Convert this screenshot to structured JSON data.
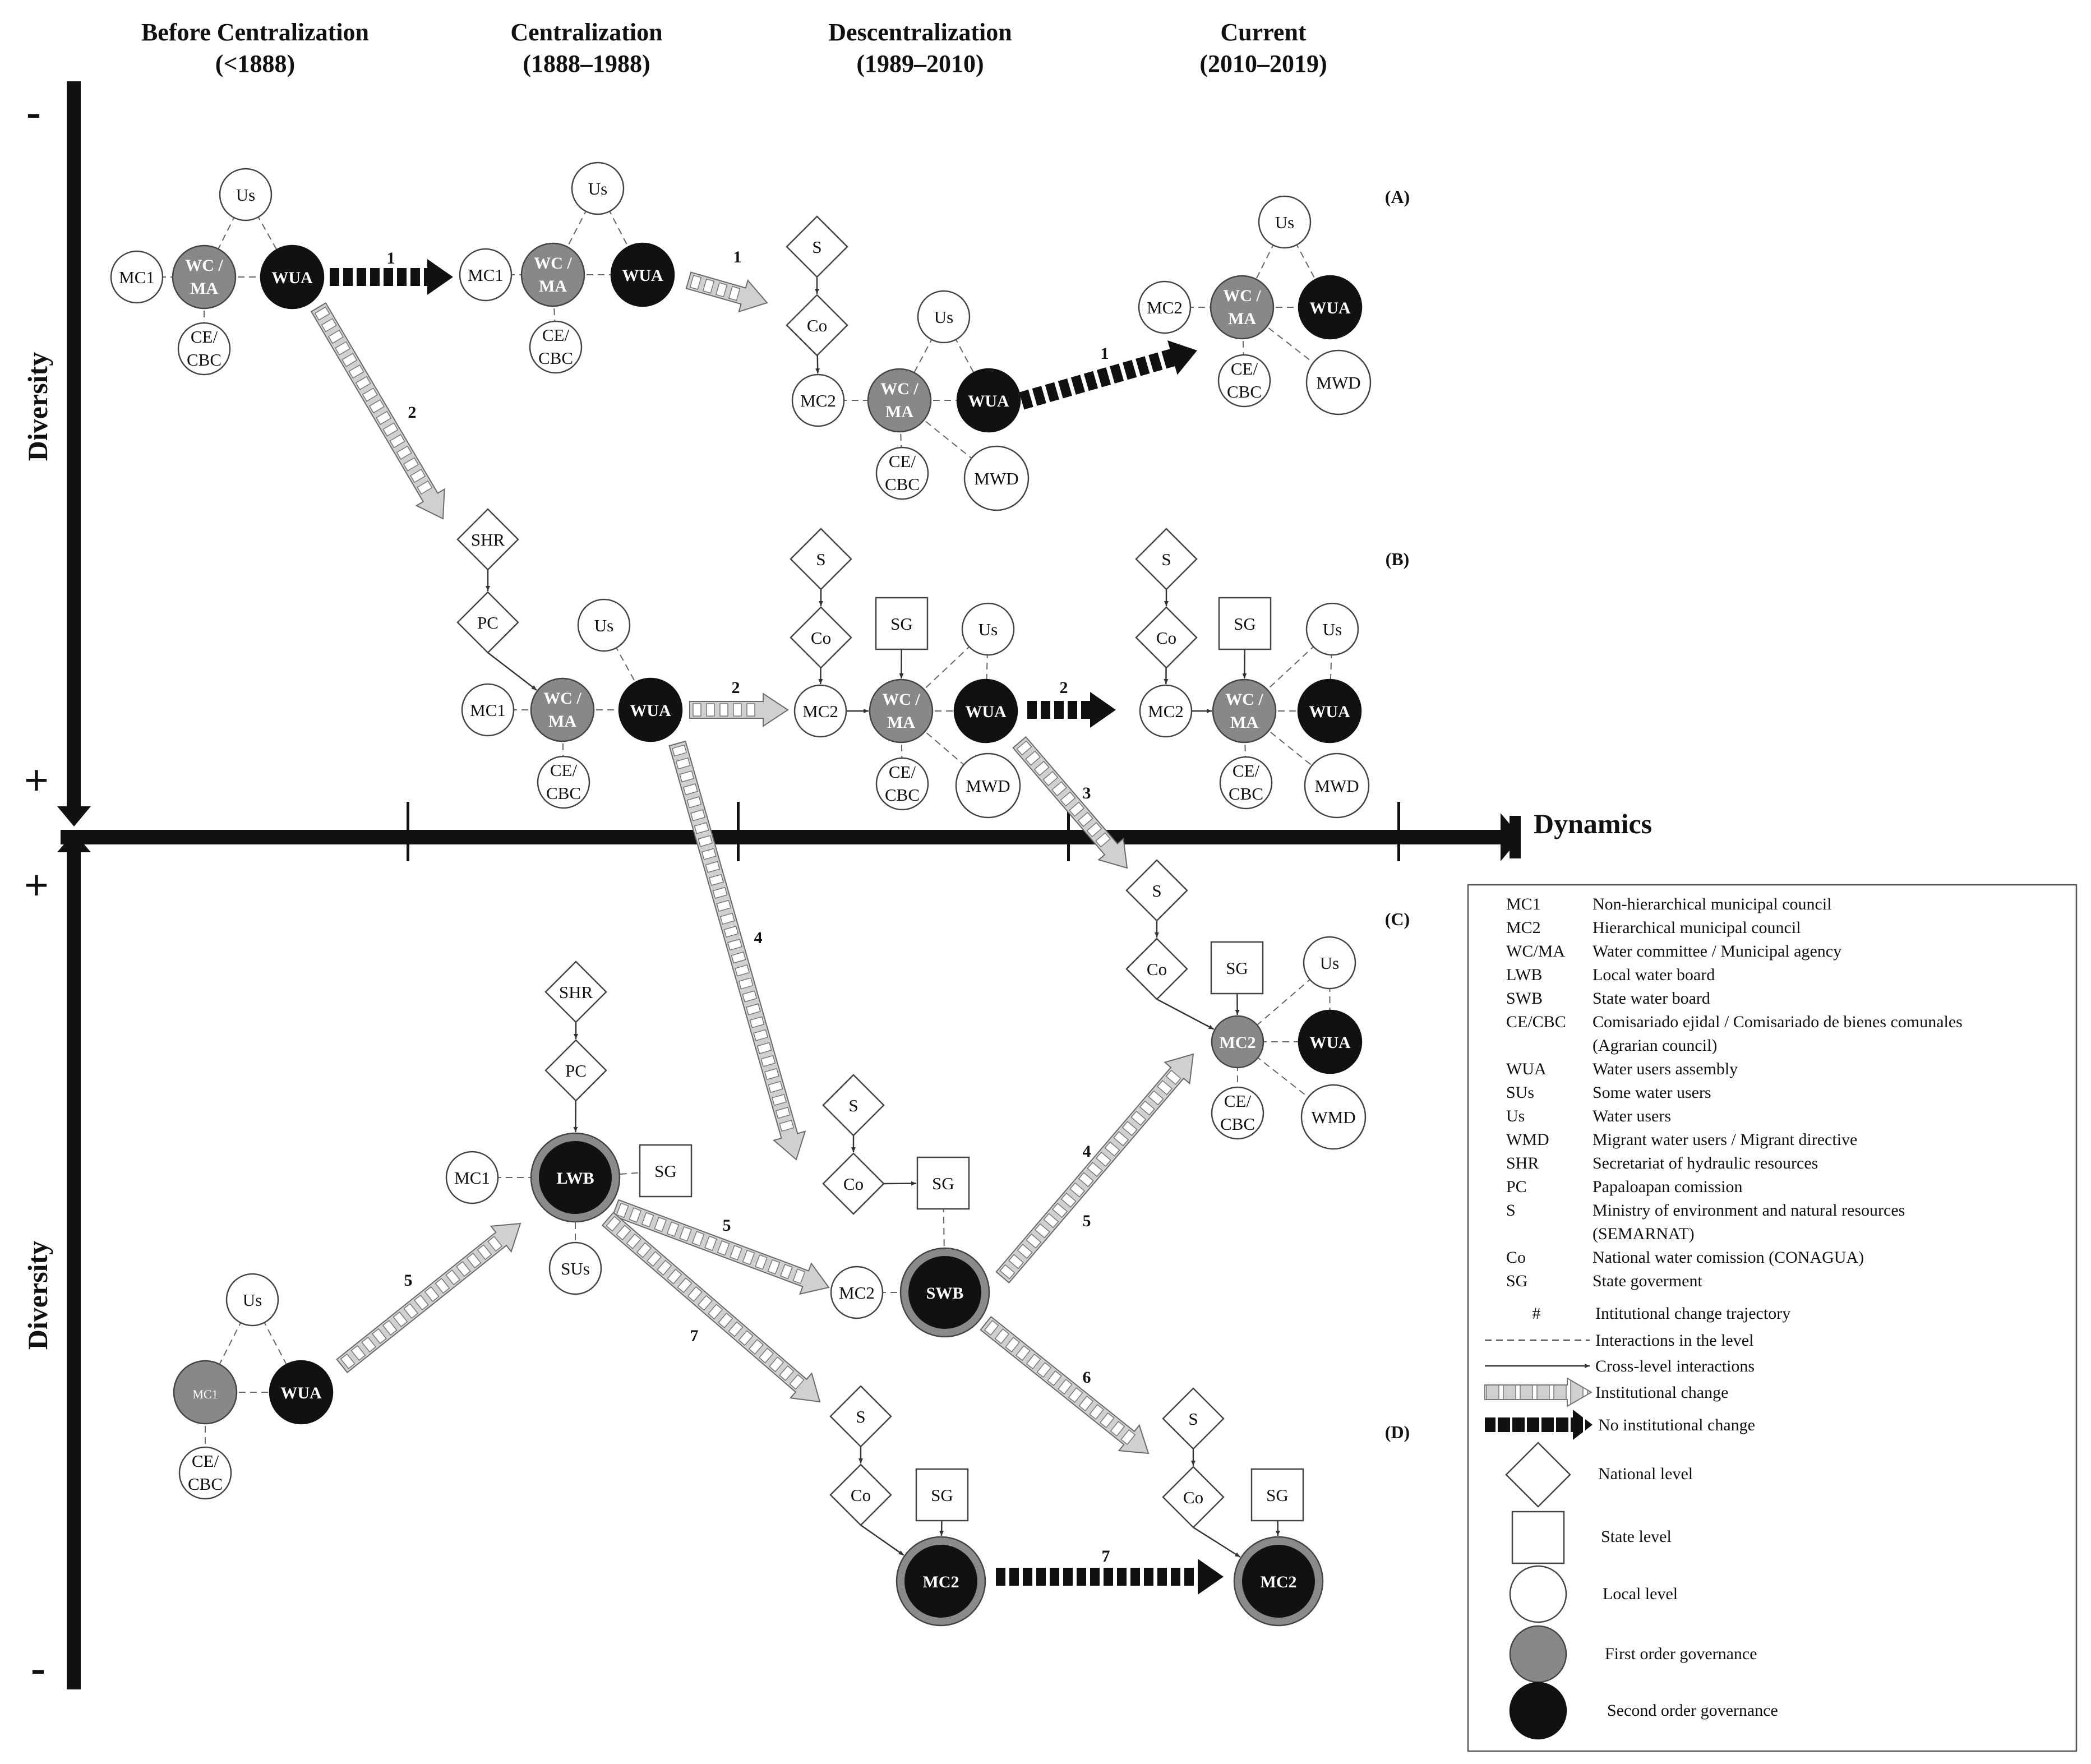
{
  "periods": [
    {
      "label": "Before Centralization",
      "years": "(<1888)"
    },
    {
      "label": "Centralization",
      "years": "(1888–1988)"
    },
    {
      "label": "Descentralization",
      "years": "(1989–2010)"
    },
    {
      "label": "Current",
      "years": "(2010–2019)"
    }
  ],
  "axes": {
    "vertical_label": "Diversity",
    "horizontal_label": "Dynamics",
    "minus": "-",
    "plus": "+"
  },
  "panels": [
    "(A)",
    "(B)",
    "(C)",
    "(D)"
  ],
  "trajectory_numbers": [
    "1",
    "2",
    "3",
    "4",
    "5",
    "6",
    "7"
  ],
  "node_labels": {
    "us": "Us",
    "mc1": "MC1",
    "mc2": "MC2",
    "wc1": "WC /",
    "wc2": "MA",
    "wua": "WUA",
    "ce1": "CE/",
    "ce2": "CBC",
    "mwd": "MWD",
    "wmd": "WMD",
    "s": "S",
    "co": "Co",
    "shr": "SHR",
    "pc": "PC",
    "sg": "SG",
    "lwb": "LWB",
    "swb": "SWB",
    "sus": "SUs"
  },
  "legend": {
    "entries": [
      {
        "abbr": "MC1",
        "def": "Non-hierarchical municipal council"
      },
      {
        "abbr": "MC2",
        "def": "Hierarchical municipal council"
      },
      {
        "abbr": "WC/MA",
        "def": "Water committee / Municipal agency"
      },
      {
        "abbr": "LWB",
        "def": "Local water board"
      },
      {
        "abbr": "SWB",
        "def": "State water board"
      },
      {
        "abbr": "CE/CBC",
        "def": "Comisariado ejidal / Comisariado de bienes comunales",
        "def2": "(Agrarian council)"
      },
      {
        "abbr": "WUA",
        "def": "Water users assembly"
      },
      {
        "abbr": "SUs",
        "def": "Some water users"
      },
      {
        "abbr": "Us",
        "def": "Water users"
      },
      {
        "abbr": "WMD",
        "def": "Migrant water users / Migrant directive"
      },
      {
        "abbr": "SHR",
        "def": "Secretariat of hydraulic resources"
      },
      {
        "abbr": "PC",
        "def": "Papaloapan comission"
      },
      {
        "abbr": "S",
        "def": "Ministry of environment and natural resources",
        "def2": "(SEMARNAT)"
      },
      {
        "abbr": "Co",
        "def": "National water comission (CONAGUA)"
      },
      {
        "abbr": "SG",
        "def": "State goverment"
      }
    ],
    "symbols": {
      "hash": "#",
      "trajectory": "Intitutional change trajectory",
      "interactions": "Interactions in the level",
      "cross": "Cross-level interactions",
      "change": "Institutional change",
      "nochange": "No institutional change",
      "national": "National level",
      "state": "State level",
      "local": "Local level",
      "first": "First order governance",
      "second": "Second order governance"
    }
  },
  "colors": {
    "first_order": "#888888",
    "second_order": "#111111",
    "change_arrow_fill": "#d0d0d0",
    "no_change_arrow": "#111111"
  }
}
